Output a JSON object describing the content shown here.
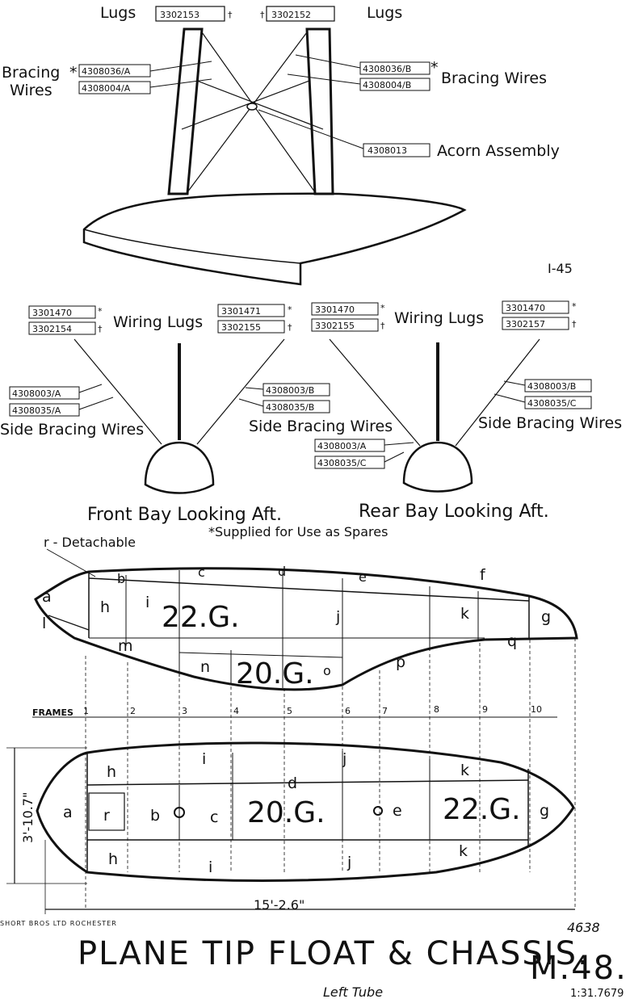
{
  "top": {
    "lugs_left": "Lugs",
    "lugs_left_part": "3302153",
    "lugs_left_mark": "†",
    "lugs_right_mark": "†",
    "lugs_right_part": "3302152",
    "lugs_right": "Lugs",
    "bracing_left_1": "Bracing",
    "bracing_left_2": "Wires",
    "bracing_left_star": "*",
    "part_l1": "4308036/A",
    "part_l2": "4308004/A",
    "part_r1": "4308036/B",
    "part_r1_star": "*",
    "part_r2": "4308004/B",
    "bracing_right": "Bracing Wires",
    "acorn_part": "4308013",
    "acorn_label": "Acorn Assembly",
    "side_ref": "I-45"
  },
  "bays": {
    "left_lug_1": "3301470",
    "left_lug_1_mark": "*",
    "left_lug_2": "3302154",
    "left_lug_2_mark": "†",
    "wiring_lugs_left": "Wiring Lugs",
    "mid_lug_1": "3301471",
    "mid_lug_1_mark": "*",
    "mid_lug_2": "3302155",
    "mid_lug_2_mark": "†",
    "mid_lug_3": "3301470",
    "mid_lug_3_mark": "*",
    "mid_lug_4": "3302155",
    "mid_lug_4_mark": "†",
    "wiring_lugs_right": "Wiring Lugs",
    "right_lug_1": "3301470",
    "right_lug_1_mark": "*",
    "right_lug_2": "3302157",
    "right_lug_2_mark": "†",
    "front_wire_1": "4308003/A",
    "front_wire_2": "4308035/A",
    "side_bracing_1": "Side Bracing Wires",
    "front_wire_3": "4308003/B",
    "front_wire_4": "4308035/B",
    "side_bracing_2": "Side Bracing Wires",
    "rear_wire_1": "4308003/A",
    "rear_wire_2": "4308035/C",
    "rear_wire_3": "4308003/B",
    "rear_wire_4": "4308035/C",
    "side_bracing_3": "Side Bracing Wires",
    "front_bay": "Front Bay Looking Aft.",
    "rear_bay": "Rear Bay Looking Aft.",
    "spares_note": "*Supplied for Use as Spares"
  },
  "side_view": {
    "detachable": "r - Detachable",
    "letters": [
      "a",
      "b",
      "c",
      "d",
      "e",
      "f",
      "g",
      "h",
      "i",
      "j",
      "k",
      "l",
      "m",
      "n",
      "o",
      "p",
      "q"
    ],
    "gauge_upper": "22.G.",
    "gauge_lower": "20.G."
  },
  "frames": {
    "label": "FRAMES",
    "numbers": [
      "1",
      "2",
      "3",
      "4",
      "5",
      "6",
      "7",
      "8",
      "9",
      "10"
    ]
  },
  "plan_view": {
    "letters": [
      "a",
      "r",
      "b",
      "c",
      "d",
      "e",
      "g",
      "h",
      "i",
      "j",
      "k",
      "h",
      "i",
      "j",
      "k"
    ],
    "gauge_mid": "20.G.",
    "gauge_right": "22.G.",
    "width_dim": "3'-10.7\"",
    "length_dim": "15'-2.6\""
  },
  "footer": {
    "maker": "SHORT BROS LTD ROCHESTER",
    "title": "PLANE TIP FLOAT & CHASSIS.",
    "drawing_no": "M.48.",
    "ref": "4638",
    "scale": "1:31.7679",
    "signature": "Left Tube"
  }
}
